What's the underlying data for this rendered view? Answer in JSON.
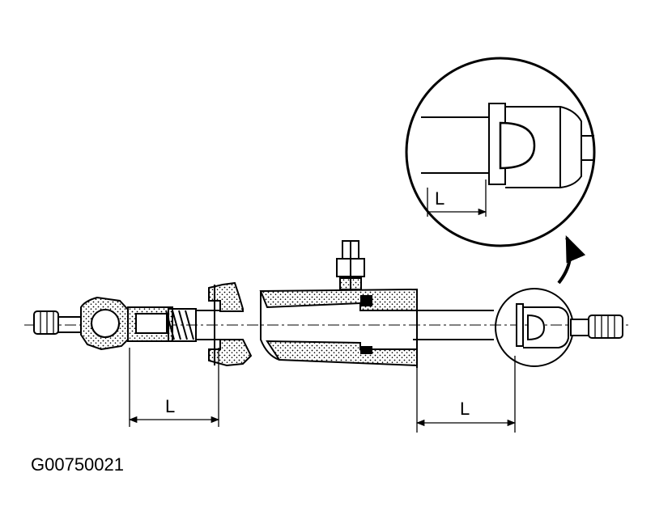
{
  "figure_id": "G00750021",
  "dimension_labels": {
    "left": "L",
    "right": "L",
    "detail": "L"
  },
  "callout": {
    "type": "magnified-detail",
    "arrow": "curved-arrow"
  }
}
